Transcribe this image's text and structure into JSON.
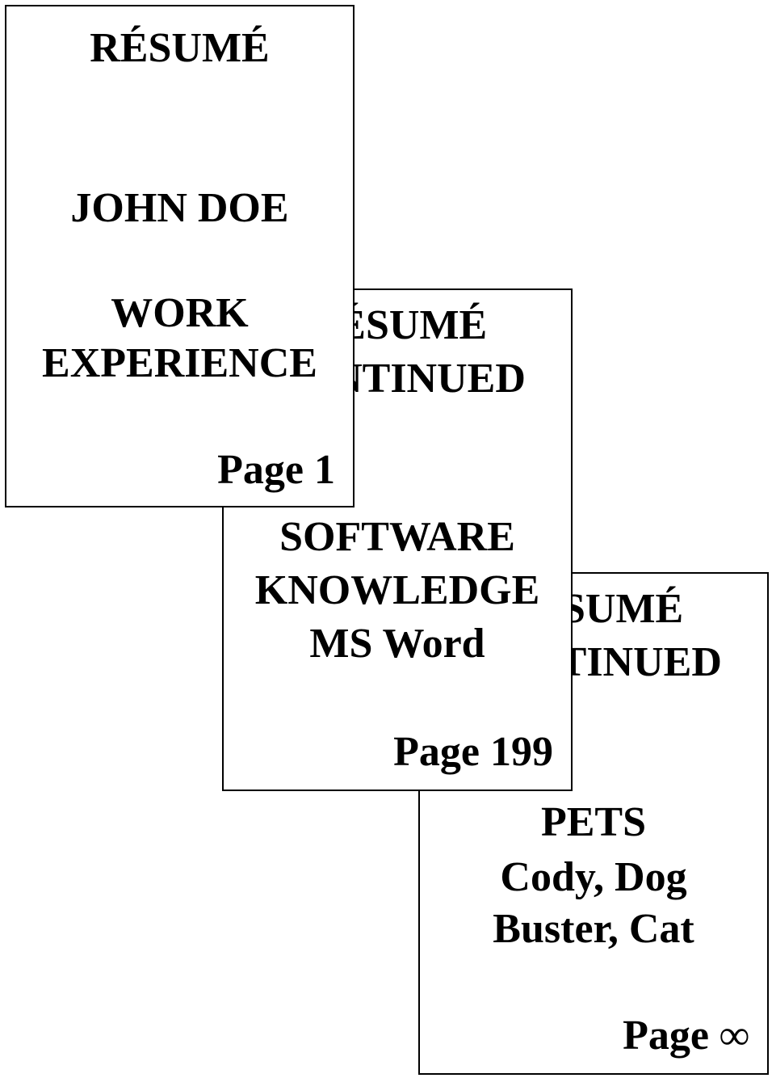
{
  "pages": [
    {
      "title": "RÉSUMÉ",
      "name": "JOHN DOE",
      "section_line1": "WORK",
      "section_line2": "EXPERIENCE",
      "page_label": "Page 1"
    },
    {
      "title_line1": "RÉSUMÉ",
      "title_line2": "CONTINUED",
      "section_line1": "SOFTWARE",
      "section_line2": "KNOWLEDGE",
      "section_line3": "MS Word",
      "page_label": "Page 199"
    },
    {
      "title_line1": "RÉSUMÉ",
      "title_line2": "CONTINUED",
      "section_line1": "PETS",
      "section_line2": "Cody, Dog",
      "section_line3": "Buster, Cat",
      "page_label": "Page ∞"
    }
  ]
}
